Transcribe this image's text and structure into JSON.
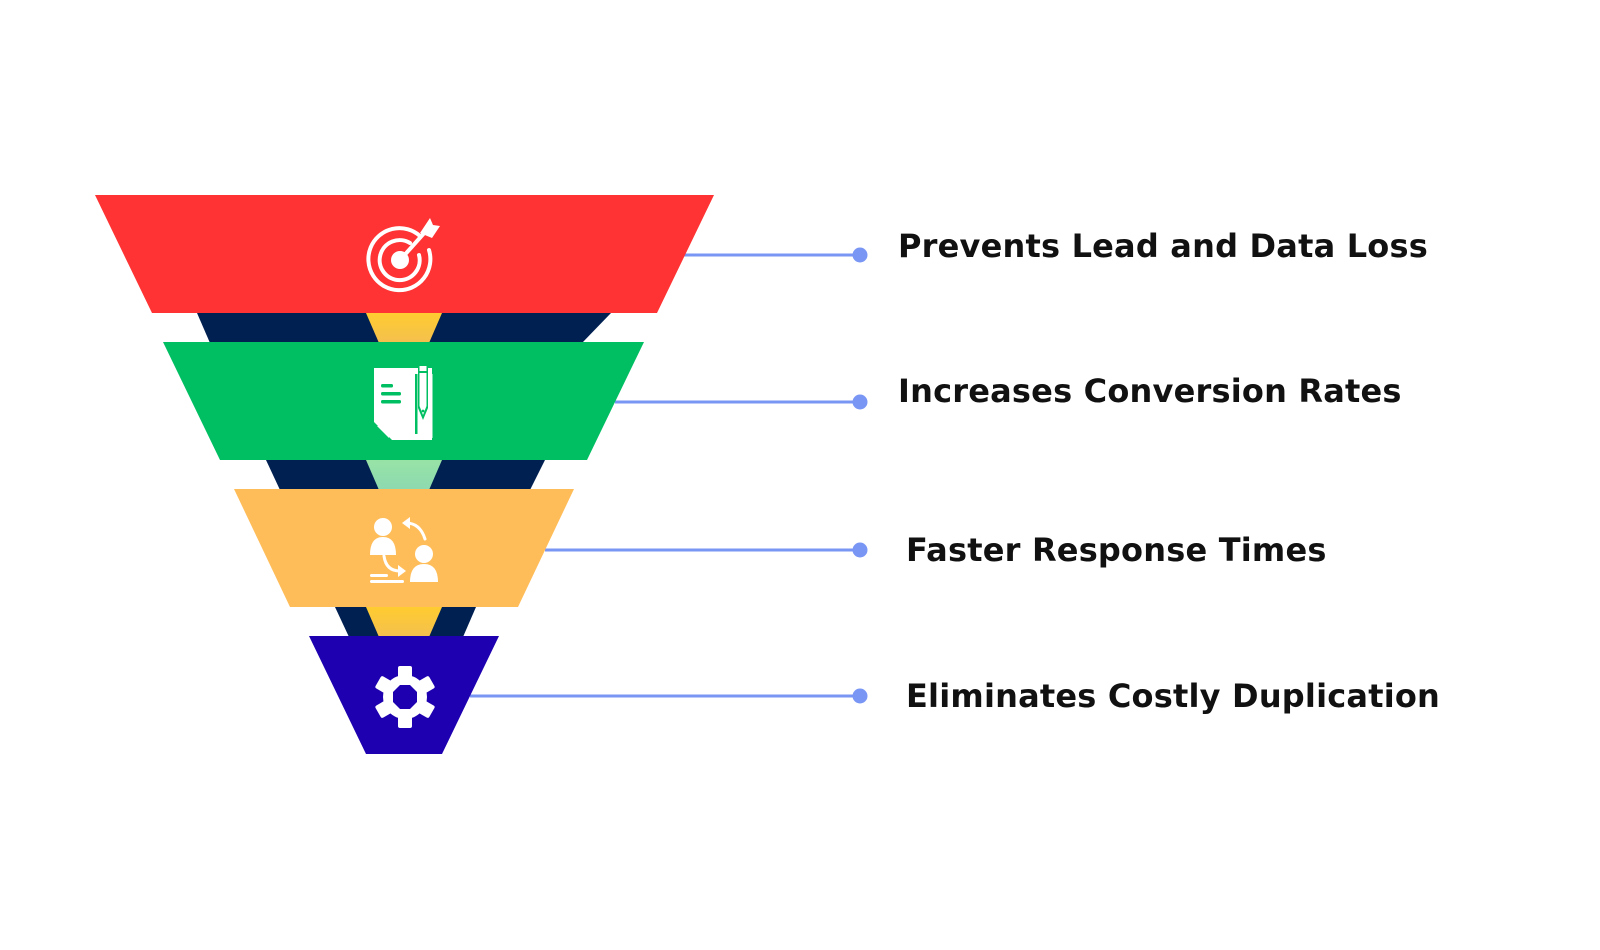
{
  "diagram": {
    "type": "funnel",
    "background": "#ffffff",
    "connector_color": "#7A96F5",
    "backdrop": {
      "outer_color": "#012052",
      "inner_colors": [
        "#FFCB33",
        "#95E0A8",
        "#FFCB33"
      ]
    },
    "tiers": [
      {
        "id": "tier-1",
        "label": "Prevents Lead and Data Loss",
        "icon": "target-arrow-icon",
        "color": "#FF3333"
      },
      {
        "id": "tier-2",
        "label": "Increases Conversion Rates",
        "icon": "document-pencil-icon",
        "color": "#00BF63"
      },
      {
        "id": "tier-3",
        "label": "Faster Response Times",
        "icon": "people-exchange-icon",
        "color": "#FFBD59"
      },
      {
        "id": "tier-4",
        "label": "Eliminates Costly Duplication",
        "icon": "gear-icon",
        "color": "#1E00B0"
      }
    ]
  }
}
